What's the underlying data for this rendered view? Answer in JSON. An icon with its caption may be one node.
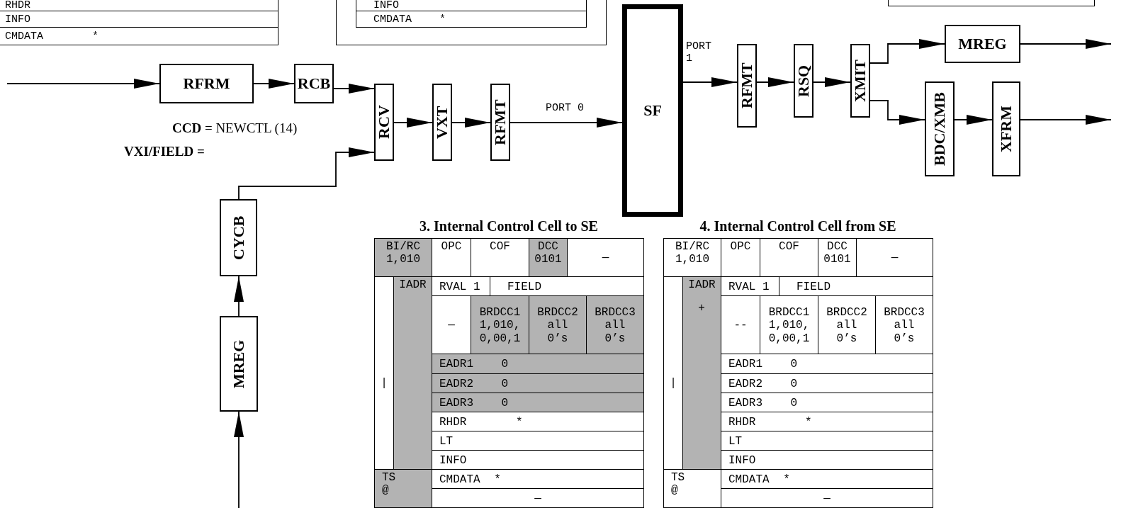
{
  "diagram": {
    "nodes": [
      {
        "text": [
          "RFRM"
        ]
      },
      {
        "text": [
          "RCB"
        ]
      },
      {
        "text": [
          "RCV"
        ]
      },
      {
        "text": [
          "VXT"
        ]
      },
      {
        "text": [
          "RFMT"
        ]
      },
      {
        "text": [
          "SF"
        ]
      },
      {
        "text": [
          "RFMT"
        ]
      },
      {
        "text": [
          "RSQ"
        ]
      },
      {
        "text": [
          "XMIT"
        ]
      },
      {
        "text": [
          "MREG"
        ]
      },
      {
        "text": [
          "BDC/XMB"
        ]
      },
      {
        "text": [
          "XFRM"
        ]
      },
      {
        "text": [
          "CYCB"
        ]
      },
      {
        "text": [
          "MREG"
        ]
      }
    ],
    "edges": [
      {
        "from": null,
        "to": 0,
        "arrow": "to"
      },
      {
        "from": 0,
        "to": 1,
        "arrow": "to"
      },
      {
        "from": 1,
        "to": 2,
        "arrow": "to"
      },
      {
        "from": 2,
        "to": 3,
        "arrow": "to"
      },
      {
        "from": 3,
        "to": 4,
        "arrow": "to"
      },
      {
        "from": 4,
        "to": 5,
        "arrow": "to",
        "label": "PORT 0"
      },
      {
        "from": 5,
        "to": 6,
        "arrow": "to",
        "label": "PORT 1"
      },
      {
        "from": 6,
        "to": 7,
        "arrow": "to"
      },
      {
        "from": 7,
        "to": 8,
        "arrow": "to"
      },
      {
        "from": 8,
        "to": 9,
        "arrow": "to"
      },
      {
        "from": 8,
        "to": 10,
        "arrow": "to"
      },
      {
        "from": 9,
        "to": null,
        "arrow": "to"
      },
      {
        "from": 10,
        "to": 11,
        "arrow": "to"
      },
      {
        "from": 11,
        "to": null,
        "arrow": "to"
      },
      {
        "from": 12,
        "to": 2,
        "arrow": "to"
      },
      {
        "from": 13,
        "to": 12,
        "arrow": "to"
      },
      {
        "from": null,
        "to": 13,
        "arrow": "to"
      }
    ],
    "labels": [
      "RHDR",
      "INFO",
      "CMDATA *",
      "INFO",
      "CMDATA *",
      "**CCD** = NEWCTL (14)",
      "VXI/FIELD =",
      "3. Internal Control Cell to SE",
      "BI/RC 1,010",
      "OPC",
      "COF",
      "DCC 0101",
      "—",
      "IADR",
      "RVAL 1",
      "FIELD",
      "—",
      "BRDCC1 1,010, 0,00,1",
      "BRDCC2 all 0’s",
      "BRDCC3 all 0’s",
      "|",
      "EADR1 0",
      "EADR2 0",
      "EADR3 0",
      "RHDR *",
      "LT",
      "INFO",
      "TS @",
      "CMDATA *",
      "—",
      "4. Internal Control Cell from SE",
      "BI/RC 1,010",
      "OPC",
      "COF",
      "DCC 0101",
      "—",
      "IADR",
      "RVAL 1",
      "FIELD",
      "+",
      "--",
      "BRDCC1 1,010, 0,00,1",
      "BRDCC2 all 0’s",
      "BRDCC3 all 0’s",
      "|",
      "EADR1 0",
      "EADR2 0",
      "EADR3 0",
      "RHDR *",
      "LT",
      "INFO",
      "TS @",
      "CMDATA *",
      "—"
    ]
  }
}
